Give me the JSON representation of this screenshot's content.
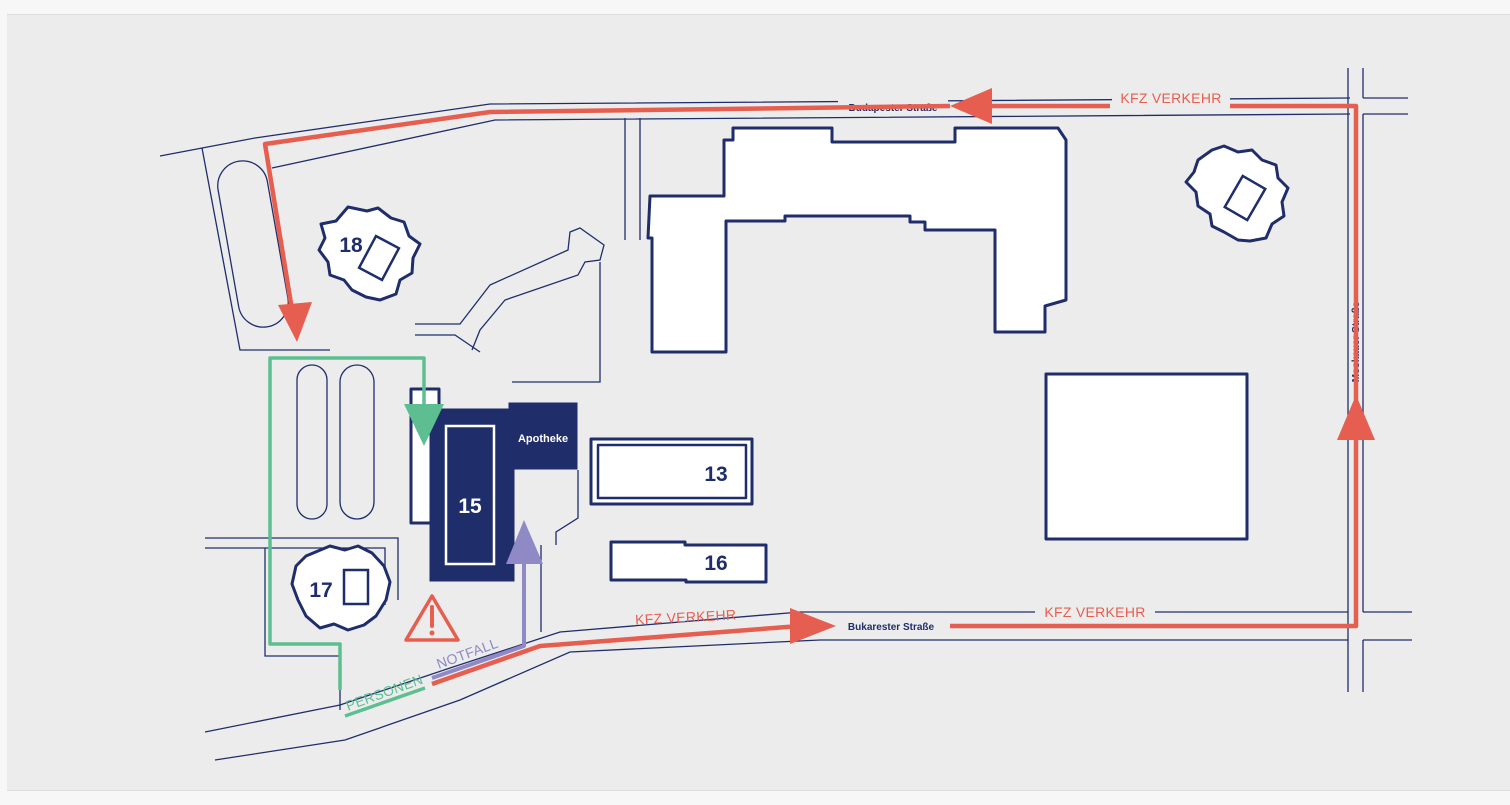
{
  "buildings": {
    "b13": "13",
    "b15": "15",
    "b16": "16",
    "b17": "17",
    "b18": "18",
    "apotheke": "Apotheke"
  },
  "streets": {
    "north": "Budapester Straße",
    "east": "Moskauer Straße",
    "south": "Bukarester Straße"
  },
  "traffic": {
    "north": "KFZ VERKEHR",
    "south_left": "KFZ VERKEHR",
    "south_right": "KFZ VERKEHR"
  },
  "routes": {
    "pedestrians": "PERSONEN",
    "emergency": "NOTFALL"
  },
  "warning_icon": "warning-triangle-icon",
  "colors": {
    "building_outline": "#1f2e6b",
    "car_traffic": "#e55e4f",
    "pedestrian_route": "#5dbf91",
    "emergency_route": "#8f89c6",
    "background": "#ececec"
  }
}
